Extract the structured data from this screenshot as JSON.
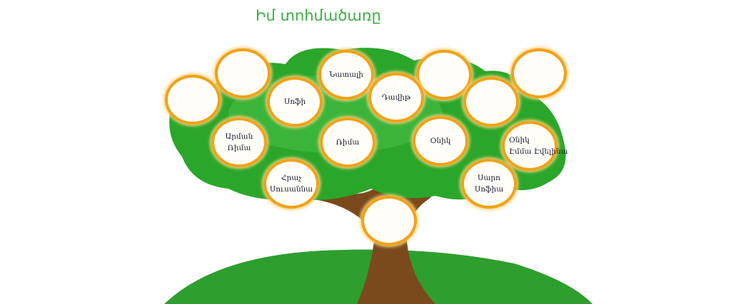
{
  "title": "Իմ տոհմածառը",
  "nodes": [
    {
      "id": "n1",
      "lines": []
    },
    {
      "id": "n2",
      "lines": []
    },
    {
      "id": "n3",
      "lines": [
        "Նատալի"
      ]
    },
    {
      "id": "n4",
      "lines": []
    },
    {
      "id": "n5",
      "lines": []
    },
    {
      "id": "n6",
      "lines": [
        "Սոֆի"
      ]
    },
    {
      "id": "n7",
      "lines": [
        "Դավիթ"
      ]
    },
    {
      "id": "n8",
      "lines": []
    },
    {
      "id": "n9",
      "lines": [
        "Արման",
        "Ռիմա"
      ]
    },
    {
      "id": "n10",
      "lines": [
        "Ռիմա"
      ]
    },
    {
      "id": "n11",
      "lines": [
        "Օնիկ"
      ]
    },
    {
      "id": "n12",
      "lines": [
        "Օնիկ",
        "Էմմա Էվելինա"
      ]
    },
    {
      "id": "n13",
      "lines": [
        "Հրաչ",
        "Սուսաննա"
      ]
    },
    {
      "id": "n14",
      "lines": [
        "Սարո",
        "Սոֆիա"
      ]
    },
    {
      "id": "n15",
      "lines": []
    }
  ]
}
